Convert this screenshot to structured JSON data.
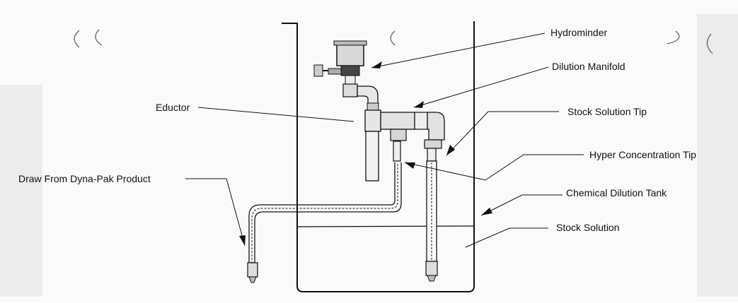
{
  "labels": {
    "hydrominder": "Hydrominder",
    "dilution_manifold": "Dilution Manifold",
    "eductor": "Eductor",
    "stock_solution_tip": "Stock Solution Tip",
    "hyper_concentration_tip": "Hyper Concentration Tip",
    "draw_from_product": "Draw From Dyna-Pak Product",
    "chemical_dilution_tank": "Chemical Dilution Tank",
    "stock_solution": "Stock Solution"
  },
  "colors": {
    "ink": "#111111",
    "paper": "#fafafa",
    "bleed": "#e6e6e6"
  }
}
